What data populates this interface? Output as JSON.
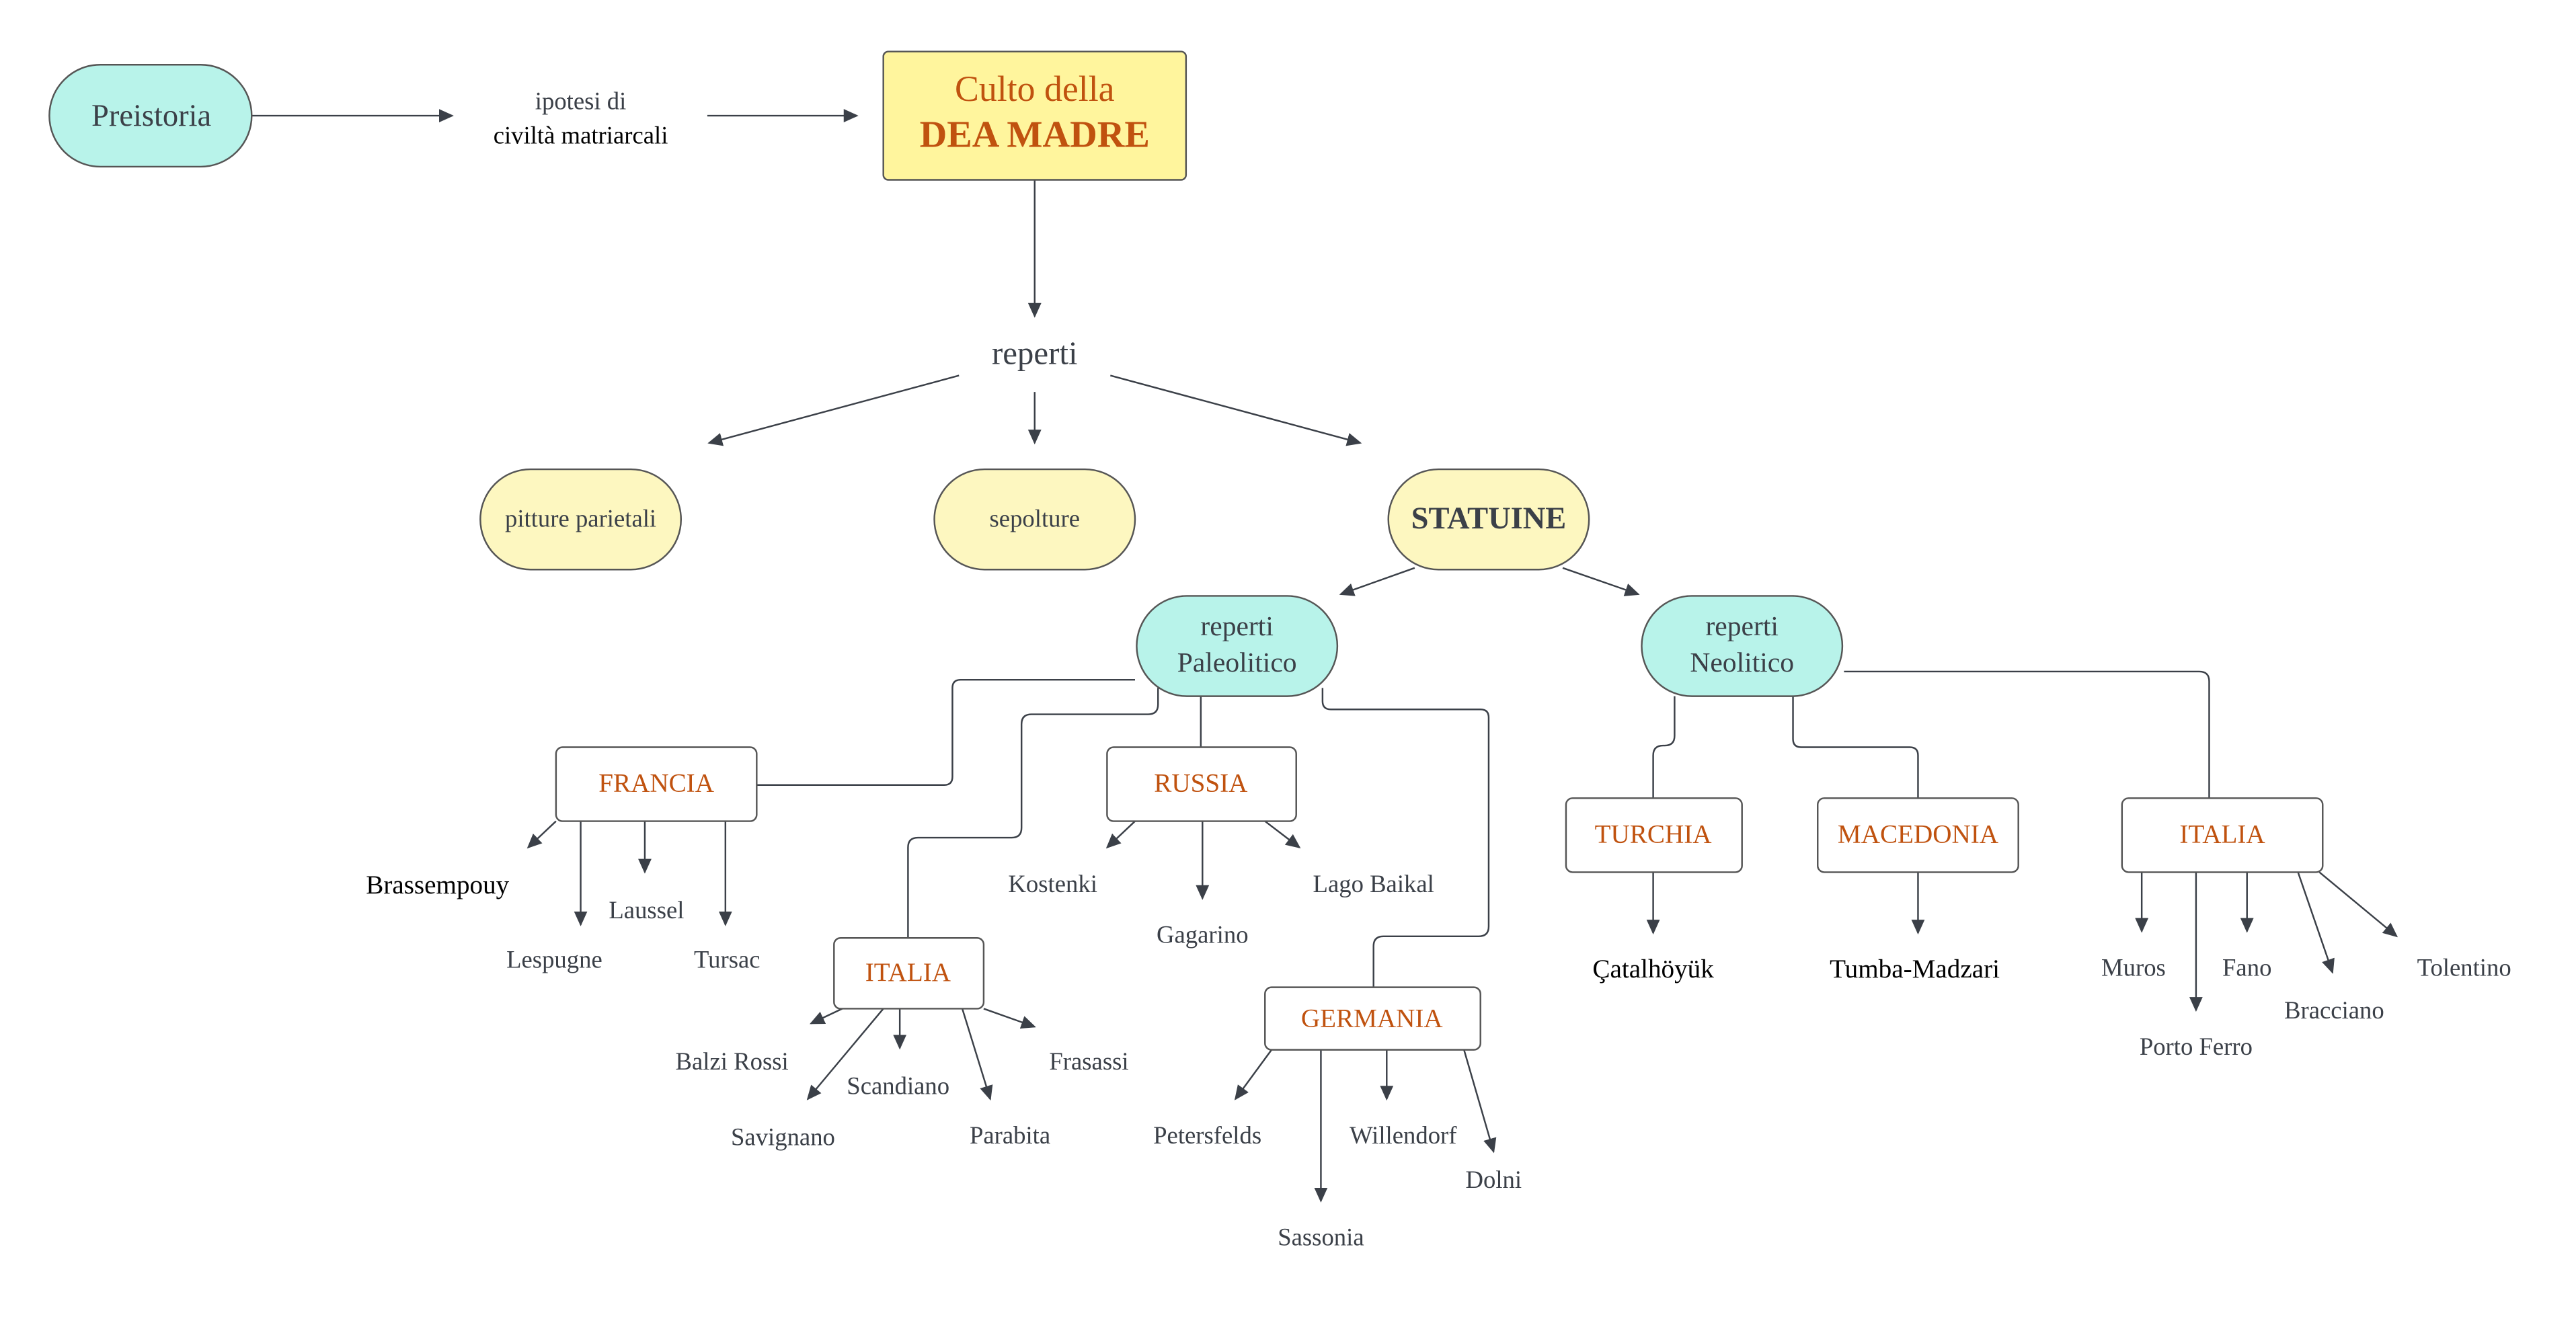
{
  "colors": {
    "teal_fill": "#b8f3ea",
    "yellow_fill": "#fdf7c0",
    "title_fill": "#fff59d",
    "country_text": "#c0520f",
    "label_text": "#3b4048",
    "dark_text": "#000000",
    "line": "#3b4048",
    "box_stroke": "#555555",
    "white_fill": "#ffffff"
  },
  "nodes": {
    "preistoria": "Preistoria",
    "ipotesi_line1": "ipotesi di",
    "ipotesi_line2": "civiltà matriarcali",
    "culto_line1": "Culto della",
    "culto_line2": "DEA MADRE",
    "reperti": "reperti",
    "pitture": "pitture parietali",
    "sepolture": "sepolture",
    "statuine": "STATUINE",
    "paleolitico_line1": "reperti",
    "paleolitico_line2": "Paleolitico",
    "neolitico_line1": "reperti",
    "neolitico_line2": "Neolitico"
  },
  "countries": {
    "francia": "FRANCIA",
    "russia": "RUSSIA",
    "italia_paleo": "ITALIA",
    "germania": "GERMANIA",
    "turchia": "TURCHIA",
    "macedonia": "MACEDONIA",
    "italia_neo": "ITALIA"
  },
  "sites": {
    "brassempouy": "Brassempouy",
    "laussel": "Laussel",
    "lespugne": "Lespugne",
    "tursac": "Tursac",
    "kostenki": "Kostenki",
    "gagarino": "Gagarino",
    "lago_baikal": "Lago Baikal",
    "balzi_rossi": "Balzi Rossi",
    "scandiano": "Scandiano",
    "frasassi": "Frasassi",
    "savignano": "Savignano",
    "parabita": "Parabita",
    "petersfelds": "Petersfelds",
    "willendorf": "Willendorf",
    "dolni": "Dolni",
    "sassonia": "Sassonia",
    "catalhoyuk": "Çatalhöyük",
    "tumba_madzari": "Tumba-Madzari",
    "muros": "Muros",
    "fano": "Fano",
    "tolentino": "Tolentino",
    "porto_ferro": "Porto Ferro",
    "bracciano": "Bracciano"
  }
}
